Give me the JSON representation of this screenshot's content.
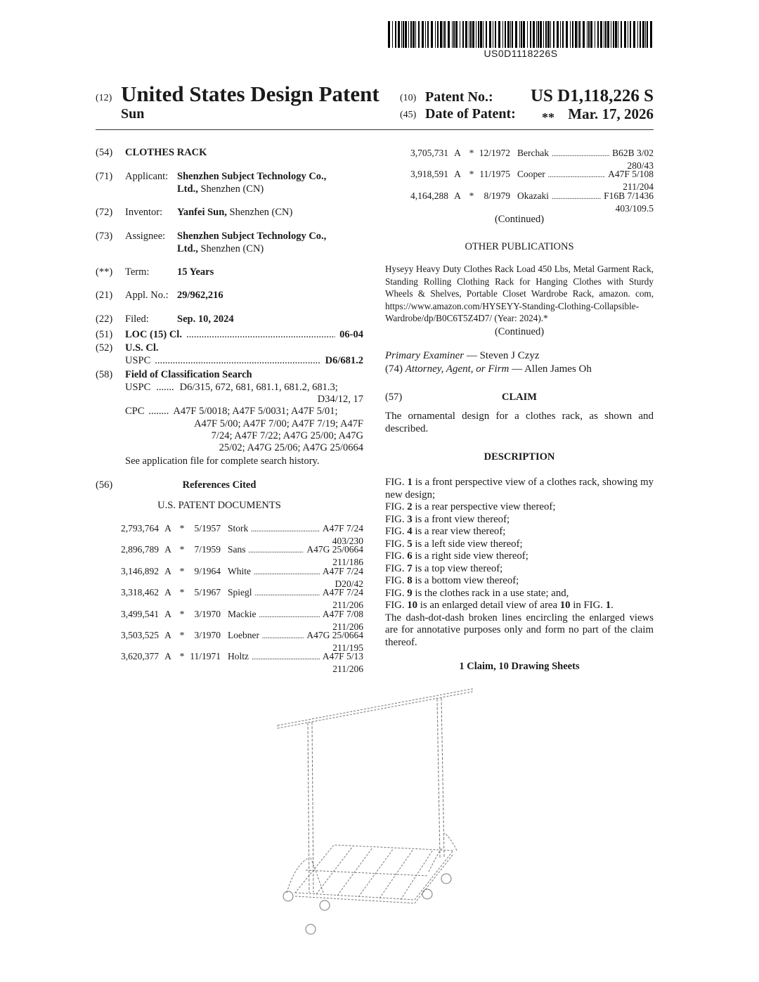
{
  "barcode": {
    "text": "US0D1118226S"
  },
  "header": {
    "code12": "(12)",
    "title": "United States Design Patent",
    "inventor_short": "Sun",
    "code10": "(10)",
    "patent_no_label": "Patent No.:",
    "patent_no": "US D1,118,226 S",
    "code45": "(45)",
    "date_label": "Date of Patent:",
    "date_marker": "**",
    "date": "Mar. 17, 2026"
  },
  "biblio": {
    "title": {
      "code": "(54)",
      "value": "CLOTHES RACK"
    },
    "applicant": {
      "code": "(71)",
      "label": "Applicant:",
      "name": "Shenzhen Subject Technology Co.,",
      "name2": "Ltd.,",
      "place": " Shenzhen (CN)"
    },
    "inventor": {
      "code": "(72)",
      "label": "Inventor:",
      "name": "Yanfei Sun,",
      "place": " Shenzhen (CN)"
    },
    "assignee": {
      "code": "(73)",
      "label": "Assignee:",
      "name": "Shenzhen Subject Technology Co.,",
      "name2": "Ltd.,",
      "place": " Shenzhen (CN)"
    },
    "term": {
      "code": "(**)",
      "label": "Term:",
      "value": "15 Years"
    },
    "appl": {
      "code": "(21)",
      "label": "Appl. No.:",
      "value": "29/962,216"
    },
    "filed": {
      "code": "(22)",
      "label": "Filed:",
      "value": "Sep. 10, 2024"
    },
    "loc": {
      "code": "(51)",
      "label": "LOC (15) Cl.",
      "value": "06-04"
    },
    "uscl": {
      "code": "(52)",
      "label": "U.S. Cl.",
      "sub": "USPC",
      "value": "D6/681.2"
    },
    "field": {
      "code": "(58)",
      "label": "Field of Classification Search",
      "uspc_label": "USPC",
      "uspc_line1": "D6/315, 672, 681, 681.1, 681.2, 681.3;",
      "uspc_line2": "D34/12, 17",
      "cpc_label": "CPC",
      "cpc_line1": "A47F 5/0018; A47F 5/0031; A47F 5/01;",
      "cpc_line2": "A47F 5/00; A47F 7/00; A47F 7/19; A47F",
      "cpc_line3": "7/24; A47F 7/22; A47G 25/00; A47G",
      "cpc_line4": "25/02; A47G 25/06; A47G 25/0664",
      "note": "See application file for complete search history."
    }
  },
  "references": {
    "code": "(56)",
    "heading": "References Cited",
    "subheading": "U.S. PATENT DOCUMENTS",
    "left": [
      {
        "num": "2,793,764",
        "kind": "A",
        "star": "*",
        "date": "5/1957",
        "name": "Stork",
        "cls": "A47F 7/24",
        "cls2": "403/230"
      },
      {
        "num": "2,896,789",
        "kind": "A",
        "star": "*",
        "date": "7/1959",
        "name": "Sans",
        "cls": "A47G 25/0664",
        "cls2": "211/186"
      },
      {
        "num": "3,146,892",
        "kind": "A",
        "star": "*",
        "date": "9/1964",
        "name": "White",
        "cls": "A47F 7/24",
        "cls2": "D20/42"
      },
      {
        "num": "3,318,462",
        "kind": "A",
        "star": "*",
        "date": "5/1967",
        "name": "Spiegl",
        "cls": "A47F 7/24",
        "cls2": "211/206"
      },
      {
        "num": "3,499,541",
        "kind": "A",
        "star": "*",
        "date": "3/1970",
        "name": "Mackie",
        "cls": "A47F 7/08",
        "cls2": "211/206"
      },
      {
        "num": "3,503,525",
        "kind": "A",
        "star": "*",
        "date": "3/1970",
        "name": "Loebner",
        "cls": "A47G 25/0664",
        "cls2": "211/195"
      },
      {
        "num": "3,620,377",
        "kind": "A",
        "star": "*",
        "date": "11/1971",
        "name": "Holtz",
        "cls": "A47F 5/13",
        "cls2": "211/206"
      }
    ],
    "right": [
      {
        "num": "3,705,731",
        "kind": "A",
        "star": "*",
        "date": "12/1972",
        "name": "Berchak",
        "cls": "B62B 3/02",
        "cls2": "280/43"
      },
      {
        "num": "3,918,591",
        "kind": "A",
        "star": "*",
        "date": "11/1975",
        "name": "Cooper",
        "cls": "A47F 5/108",
        "cls2": "211/204"
      },
      {
        "num": "4,164,288",
        "kind": "A",
        "star": "*",
        "date": "8/1979",
        "name": "Okazaki",
        "cls": "F16B 7/1436",
        "cls2": "403/109.5"
      }
    ],
    "continued": "(Continued)",
    "other_heading": "OTHER PUBLICATIONS",
    "other_text": "Hyseyy Heavy Duty Clothes Rack Load 450 Lbs, Metal Garment Rack, Standing Rolling Clothing Rack for Hanging Clothes with Sturdy Wheels & Shelves, Portable Closet Wardrobe Rack, amazon. com, https://www.amazon.com/HYSEYY-Standing-Clothing-Collapsible-Wardrobe/dp/B0C6T5Z4D7/ (Year: 2024).*",
    "continued2": "(Continued)"
  },
  "examiner": {
    "label": "Primary Examiner",
    "name": "— Steven J Czyz",
    "code": "(74)",
    "attorney_label": "Attorney, Agent, or Firm",
    "attorney": "— Allen James Oh"
  },
  "claim": {
    "code": "(57)",
    "heading": "CLAIM",
    "text": "The ornamental design for a clothes rack, as shown and described."
  },
  "description": {
    "heading": "DESCRIPTION",
    "figs": [
      {
        "pre": "FIG. ",
        "num": "1",
        "post": " is a front perspective view of a clothes rack, showing my new design;"
      },
      {
        "pre": "FIG. ",
        "num": "2",
        "post": " is a rear perspective view thereof;"
      },
      {
        "pre": "FIG. ",
        "num": "3",
        "post": " is a front view thereof;"
      },
      {
        "pre": "FIG. ",
        "num": "4",
        "post": " is a rear view thereof;"
      },
      {
        "pre": "FIG. ",
        "num": "5",
        "post": " is a left side view thereof;"
      },
      {
        "pre": "FIG. ",
        "num": "6",
        "post": " is a right side view thereof;"
      },
      {
        "pre": "FIG. ",
        "num": "7",
        "post": " is a top view thereof;"
      },
      {
        "pre": "FIG. ",
        "num": "8",
        "post": " is a bottom view thereof;"
      },
      {
        "pre": "FIG. ",
        "num": "9",
        "post": " is the clothes rack in a use state; and,"
      }
    ],
    "fig10": {
      "pre": "FIG. ",
      "num": "10",
      "mid": " is an enlarged detail view of area ",
      "num2": "10",
      "mid2": " in FIG. ",
      "num3": "1",
      "end": "."
    },
    "note": "The dash-dot-dash broken lines encircling the enlarged views are for annotative purposes only and form no part of the claim thereof.",
    "sheets": "1 Claim, 10 Drawing Sheets"
  }
}
